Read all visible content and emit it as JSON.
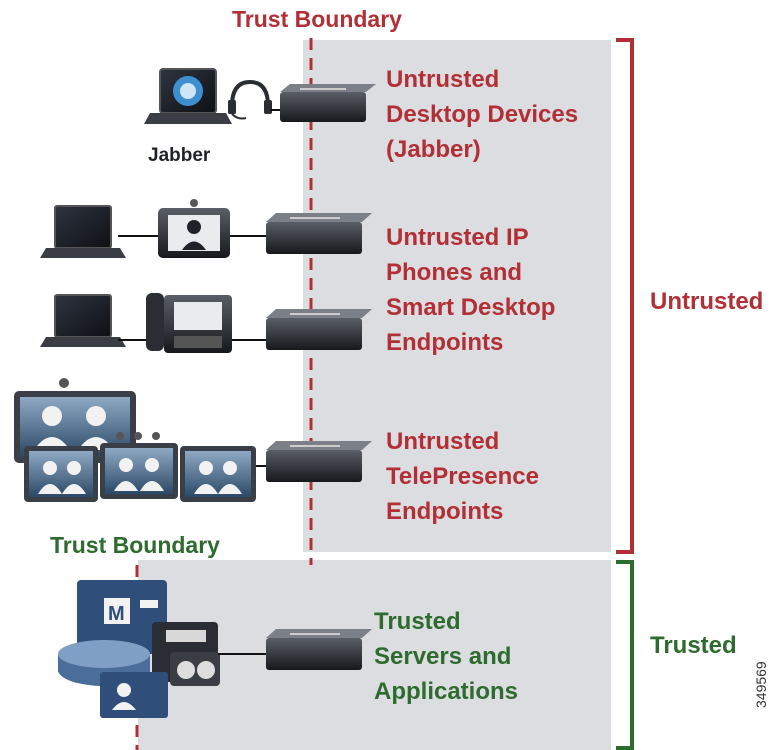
{
  "colors": {
    "untrusted": "#b22f36",
    "trusted": "#2e6b2e",
    "panel": "#dcdde0",
    "device": "#1f2228"
  },
  "top_boundary": "Trust Boundary",
  "bottom_boundary": "Trust Boundary",
  "jabber_label": "Jabber",
  "zones": {
    "untrusted": "Untrusted",
    "trusted": "Trusted"
  },
  "groups": [
    {
      "id": "desktop",
      "lines": [
        "Untrusted",
        "Desktop Devices",
        "(Jabber)"
      ],
      "icons": [
        "laptop-icon",
        "headset-icon",
        "switch-icon"
      ]
    },
    {
      "id": "phones",
      "lines": [
        "Untrusted IP",
        "Phones and",
        "Smart Desktop",
        "Endpoints"
      ],
      "icons": [
        "laptop-icon",
        "video-phone-icon",
        "ip-phone-icon",
        "switch-icon"
      ]
    },
    {
      "id": "telepresence",
      "lines": [
        "Untrusted",
        "TelePresence",
        "Endpoints"
      ],
      "icons": [
        "telepresence-icon",
        "switch-icon"
      ]
    },
    {
      "id": "servers",
      "lines": [
        "Trusted",
        "Servers and",
        "Applications"
      ],
      "icons": [
        "server-cluster-icon",
        "switch-icon"
      ]
    }
  ],
  "figure_id": "349569"
}
